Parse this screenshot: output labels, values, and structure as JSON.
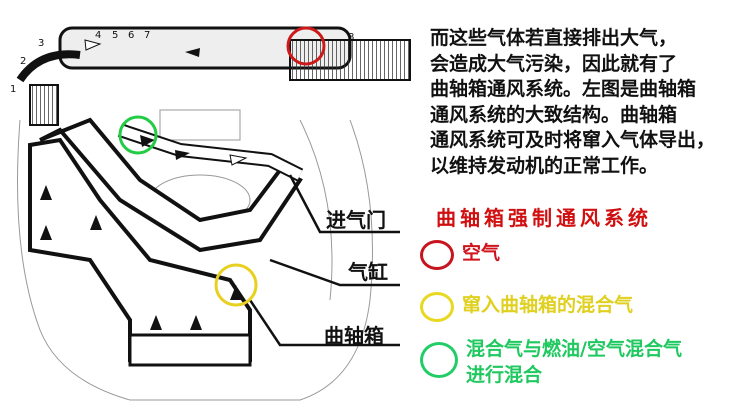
{
  "paragraph": [
    "而这些气体若直接排出大气，",
    "会造成大气污染，因此就有了",
    "曲轴箱通风系统。左图是曲轴箱",
    "通风系统的大致结构。曲轴箱",
    "通风系统可及时将窜入气体导出，",
    "以维持发动机的正常工作。"
  ],
  "title": "曲轴箱强制通风系统",
  "labels": {
    "intake_valve": "进气门",
    "cylinder": "气缸",
    "crankcase": "曲轴箱"
  },
  "numbers": [
    "1",
    "2",
    "3",
    "4",
    "5",
    "6",
    "7",
    "8"
  ],
  "legend": [
    {
      "text": "空气",
      "color": "#c8141e"
    },
    {
      "text": "窜入曲轴箱的混合气",
      "color": "#e8d820"
    },
    {
      "text": "混合气与燃油/空气混合气进行混合",
      "line1": "混合气与燃油/空气混合气",
      "line2": "进行混合",
      "color": "#22cc66"
    }
  ]
}
